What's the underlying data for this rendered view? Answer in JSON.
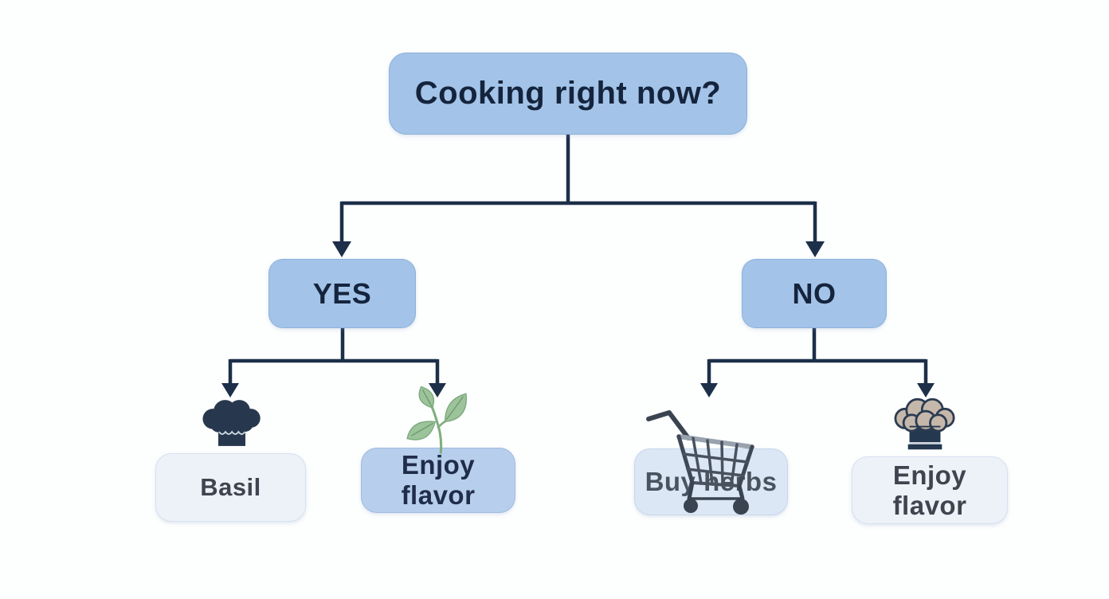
{
  "diagram": {
    "type": "decision-flowchart",
    "title": "Cooking right now?",
    "nodes": {
      "root": {
        "label": "Cooking right now?"
      },
      "yes": {
        "label": "YES"
      },
      "no": {
        "label": "NO"
      },
      "basil": {
        "label": "Basil",
        "icon": "chef-hat-icon"
      },
      "enjoy_flavor_yes": {
        "label": "Enjoy flavor",
        "icon": "basil-leaf-icon"
      },
      "buy_herbs": {
        "label": "Buy herbs",
        "icon": "shopping-cart-icon"
      },
      "enjoy_flavor_no": {
        "label": "Enjoy flavor",
        "icon": "chef-hat-icon"
      }
    },
    "edges": [
      {
        "from": "root",
        "to": "yes"
      },
      {
        "from": "root",
        "to": "no"
      },
      {
        "from": "yes",
        "to": "basil"
      },
      {
        "from": "yes",
        "to": "enjoy_flavor_yes"
      },
      {
        "from": "no",
        "to": "buy_herbs"
      },
      {
        "from": "no",
        "to": "enjoy_flavor_no"
      }
    ],
    "colors": {
      "node_primary": "#a3c4e8",
      "node_medium": "#b7ceec",
      "node_light": "#dbe7f5",
      "node_pale": "#edf2f9",
      "connector": "#1d2f49",
      "text_navy": "#15243d",
      "text_gray": "#49545f",
      "leaf_green": "#9dc39a",
      "hat_navy": "#27384e",
      "hat_tan": "#c5b8ab",
      "cart_gray": "#3a4450"
    }
  }
}
